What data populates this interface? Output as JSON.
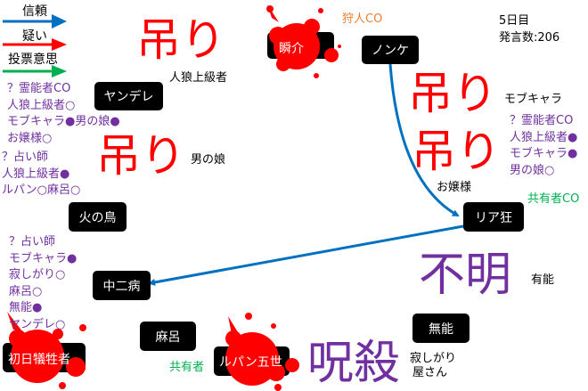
{
  "legend": {
    "trust": "信頼",
    "doubt": "疑い",
    "vote": "投票意思"
  },
  "colors": {
    "trust": "#0070c0",
    "doubt": "#ff0000",
    "vote": "#00b050",
    "note": "#7030a0",
    "blood": "#ff0000"
  },
  "info": {
    "day": "5日目",
    "posts": "発言数:206"
  },
  "nodes": {
    "shunsuke": "瞬介",
    "nonke": "ノンケ",
    "yandere": "ヤンデレ",
    "hinotori": "火の鳥",
    "riakyo": "リア狂",
    "chuni": "中二病",
    "maro": "麻呂",
    "shonichi": "初日犠牲者",
    "lupin": "ルパン五世",
    "muno": "無能"
  },
  "dead": {
    "jinro": "人狼上級者",
    "otokonoko": "男の娘",
    "mob": "モブキャラ",
    "ojou": "お嬢様",
    "yuno": "有能",
    "sabishi1": "寂しがり",
    "sabishi2": "屋さん"
  },
  "stamps": {
    "hang1": "吊り",
    "hang2": "吊り",
    "hang3": "吊り",
    "hang4": "吊り",
    "unknown": "不明",
    "curse": "呪殺"
  },
  "roles": {
    "hunter": "狩人CO",
    "sharer_co": "共有者CO",
    "sharer": "共有者"
  },
  "notes": {
    "yandere": [
      "？霊能者CO",
      "人狼上級者○",
      "モブキャラ●男の娘●",
      "お嬢様○"
    ],
    "otokonoko": [
      "？占い師",
      "人狼上級者●",
      "ルパン○麻呂○"
    ],
    "ojou": [
      "？霊能者CO",
      "人狼上級者●",
      "モブキャラ●",
      "男の娘○"
    ],
    "chuni": [
      "？占い師",
      "モブキャラ●",
      "寂しがり○",
      "麻呂○",
      "無能●",
      "ヤンデレ○"
    ]
  }
}
